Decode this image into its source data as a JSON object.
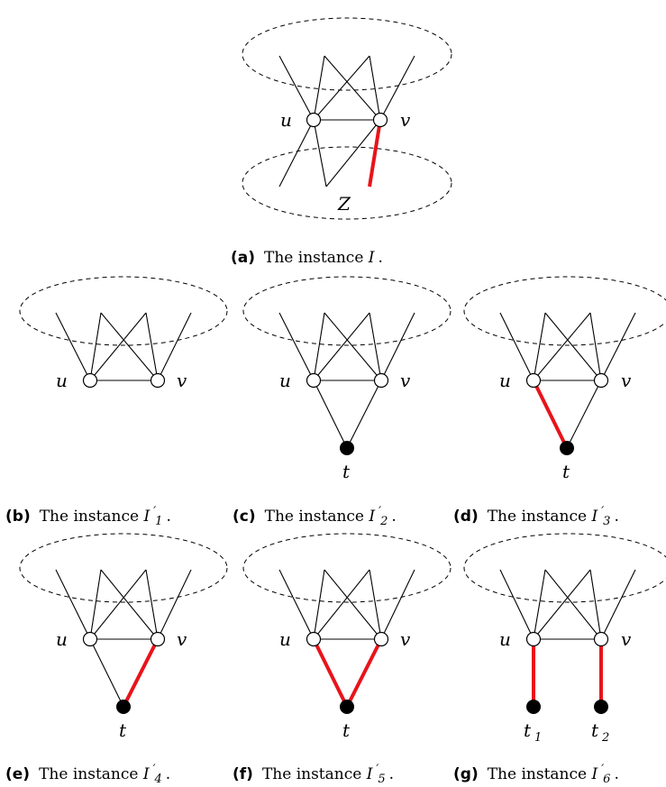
{
  "figure": {
    "panel_a": {
      "caption_tag": "(a)",
      "caption_text": "The instance ",
      "caption_symbol": "I",
      "caption_end": ".",
      "node_u": "u",
      "node_v": "v",
      "set_label": "Z"
    },
    "panel_b": {
      "caption_tag": "(b)",
      "caption_text": "The instance ",
      "caption_symbol": "I",
      "caption_prime": "′",
      "caption_sub": "1",
      "caption_end": ".",
      "node_u": "u",
      "node_v": "v"
    },
    "panel_c": {
      "caption_tag": "(c)",
      "caption_text": "The instance ",
      "caption_symbol": "I",
      "caption_prime": "′",
      "caption_sub": "2",
      "caption_end": ".",
      "node_u": "u",
      "node_v": "v",
      "node_t": "t"
    },
    "panel_d": {
      "caption_tag": "(d)",
      "caption_text": "The instance ",
      "caption_symbol": "I",
      "caption_prime": "′",
      "caption_sub": "3",
      "caption_end": ".",
      "node_u": "u",
      "node_v": "v",
      "node_t": "t"
    },
    "panel_e": {
      "caption_tag": "(e)",
      "caption_text": "The instance ",
      "caption_symbol": "I",
      "caption_prime": "′",
      "caption_sub": "4",
      "caption_end": ".",
      "node_u": "u",
      "node_v": "v",
      "node_t": "t"
    },
    "panel_f": {
      "caption_tag": "(f)",
      "caption_text": "The instance ",
      "caption_symbol": "I",
      "caption_prime": "′",
      "caption_sub": "5",
      "caption_end": ".",
      "node_u": "u",
      "node_v": "v",
      "node_t": "t"
    },
    "panel_g": {
      "caption_tag": "(g)",
      "caption_text": "The instance ",
      "caption_symbol": "I",
      "caption_prime": "′",
      "caption_sub": "6",
      "caption_end": ".",
      "node_u": "u",
      "node_v": "v",
      "node_t1": "t",
      "node_t1_sub": "1",
      "node_t2": "t",
      "node_t2_sub": "2"
    },
    "colors": {
      "highlight_edge": "#e8141a",
      "terminal_node": "#000000",
      "vertex_node": "#ffffff"
    }
  }
}
